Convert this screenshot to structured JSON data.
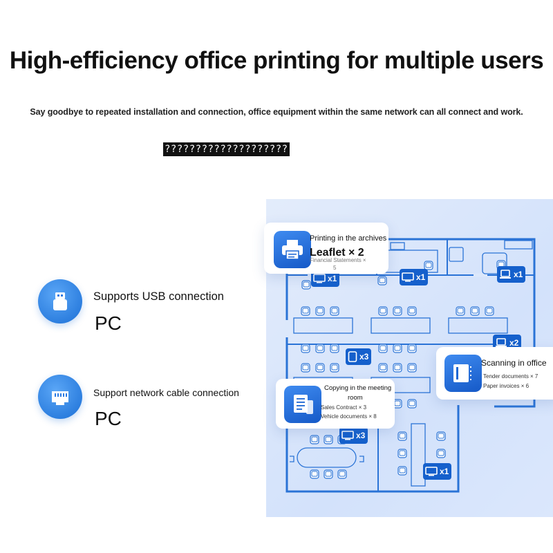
{
  "header": {
    "title": "High-efficiency office printing for multiple users",
    "subtitle": "Say goodbye to repeated installation and connection, office equipment within the same network can all connect and work.",
    "placeholder_text": "????????????????????"
  },
  "features": [
    {
      "icon": "usb-icon",
      "label": "Supports USB connection",
      "value": "PC"
    },
    {
      "icon": "ethernet-icon",
      "label": "Support network cable connection",
      "value": "PC"
    }
  ],
  "cards": {
    "archives": {
      "title": "Printing in the archives",
      "main": "Leaflet × 2",
      "line1": "Financial Statements ×",
      "line2": "5"
    },
    "meeting": {
      "title_line1": "Copying in the meeting",
      "title_line2": "room",
      "line1": "Sales Contract × 3",
      "line2": "Vehicle documents × 8"
    },
    "scanning": {
      "title": "Scanning in office",
      "line1": "Tender documents × 7",
      "line2": "Paper invoices × 6"
    }
  },
  "badges": [
    {
      "icon": "monitor-icon",
      "count": "x1"
    },
    {
      "icon": "monitor-icon",
      "count": "x1"
    },
    {
      "icon": "laptop-icon",
      "count": "x1"
    },
    {
      "icon": "tablet-icon",
      "count": "x3"
    },
    {
      "icon": "laptop-icon",
      "count": "x2"
    },
    {
      "icon": "monitor-icon",
      "count": "x3"
    },
    {
      "icon": "monitor-icon",
      "count": "x1"
    }
  ],
  "colors": {
    "accent": "#1560cc",
    "accent_light": "#4a94f3",
    "plan_line": "#2a73d6",
    "plan_bg": "#dce8fb"
  }
}
